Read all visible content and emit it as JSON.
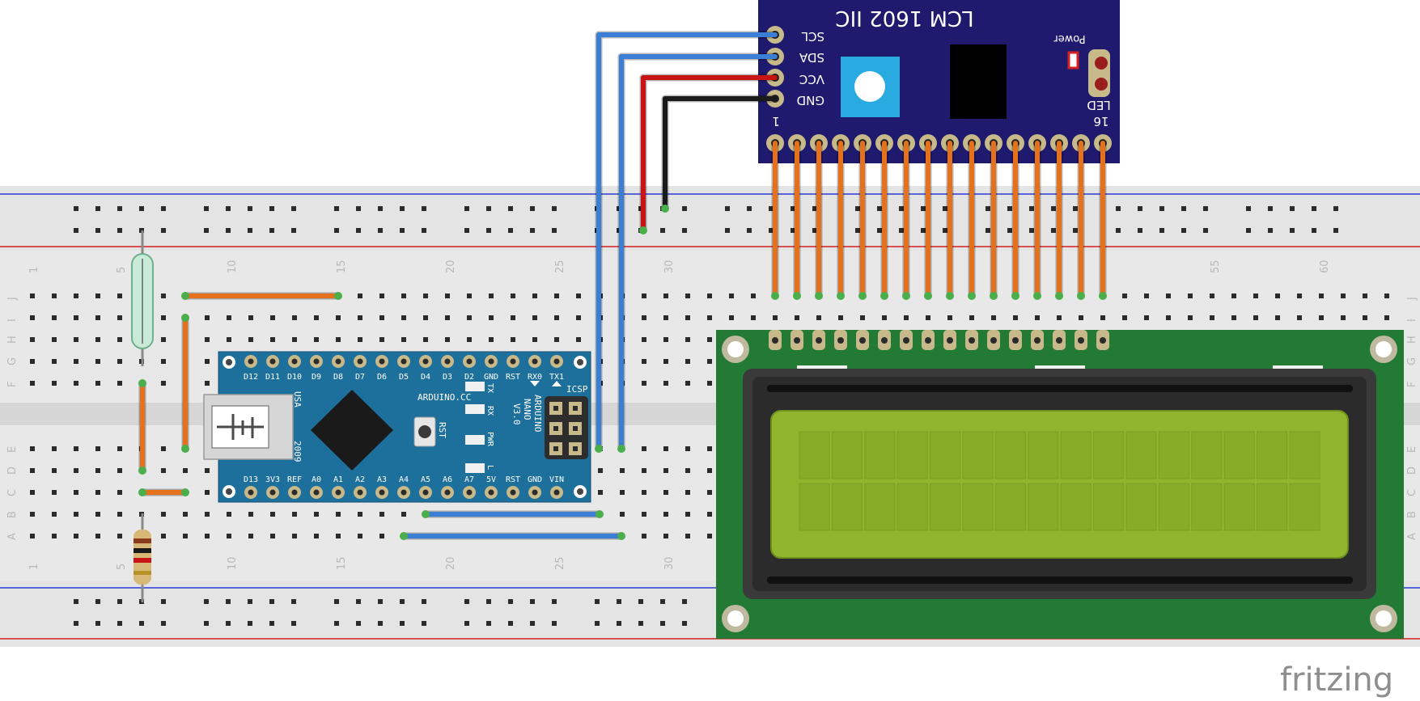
{
  "watermark": "fritzing",
  "breadboard": {
    "column_numbers": [
      "1",
      "5",
      "10",
      "15",
      "20",
      "25",
      "30",
      "55",
      "60"
    ],
    "row_letters_top": [
      "J",
      "I",
      "H",
      "G",
      "F"
    ],
    "row_letters_bottom": [
      "E",
      "D",
      "C",
      "B",
      "A"
    ]
  },
  "i2c_module": {
    "title": "LCM 1602 IIC",
    "power_label": "Power",
    "led_label": "LED",
    "pin_labels": [
      "SCL",
      "SDA",
      "VCC",
      "GND"
    ],
    "pin_one": "1",
    "pin_sixteen": "16"
  },
  "arduino": {
    "top_pins": [
      "D12",
      "D11",
      "D10",
      "D9",
      "D8",
      "D7",
      "D6",
      "D5",
      "D4",
      "D3",
      "D2",
      "GND",
      "RST",
      "RX0",
      "TX1"
    ],
    "bottom_pins": [
      "D13",
      "3V3",
      "REF",
      "A0",
      "A1",
      "A2",
      "A3",
      "A4",
      "A5",
      "A6",
      "A7",
      "5V",
      "RST",
      "GND",
      "VIN"
    ],
    "usa_label": "USA",
    "year_label": "2009",
    "brand": "ARDUINO.CC",
    "model_lines": [
      "ARDUINO",
      "NANO",
      "V3.0"
    ],
    "icsp_label": "ICSP",
    "rst_label": "RST",
    "led_labels": [
      "TX",
      "RX",
      "PWR",
      "L"
    ]
  },
  "wires": [
    {
      "name": "SCL",
      "color": "#3a7ed6"
    },
    {
      "name": "SDA",
      "color": "#3a7ed6"
    },
    {
      "name": "VCC",
      "color": "#c81414"
    },
    {
      "name": "GND",
      "color": "#1a1a1a"
    },
    {
      "name": "LCD bus",
      "color": "#e6711c"
    }
  ],
  "colors": {
    "lcd_pcb": "#227a35",
    "lcd_screen": "#8fb62c",
    "i2c_pcb": "#1f1a6e",
    "nano_pcb": "#1d6f9c",
    "breadboard": "#e8e8e8"
  }
}
